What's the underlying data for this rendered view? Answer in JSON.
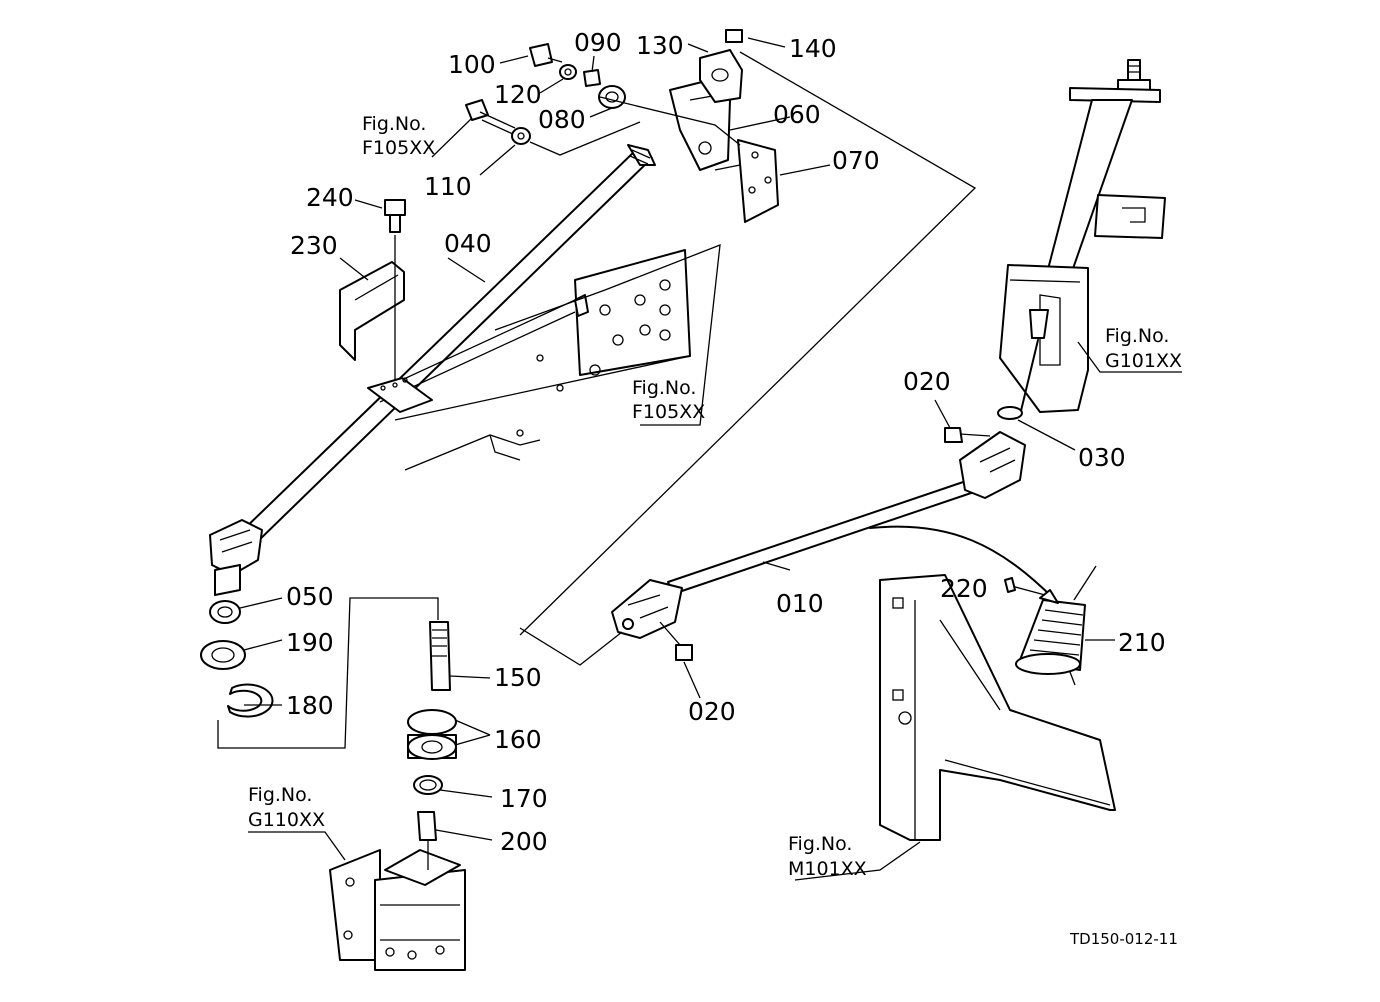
{
  "part_numbers": {
    "p010": "010",
    "p020a": "020",
    "p020b": "020",
    "p030": "030",
    "p040": "040",
    "p050": "050",
    "p060": "060",
    "p070": "070",
    "p080": "080",
    "p090": "090",
    "p100": "100",
    "p110": "110",
    "p120": "120",
    "p130": "130",
    "p140": "140",
    "p150": "150",
    "p160": "160",
    "p170": "170",
    "p180": "180",
    "p190": "190",
    "p200": "200",
    "p210": "210",
    "p220": "220",
    "p230": "230",
    "p240": "240"
  },
  "figure_refs": {
    "f105_top": {
      "label": "Fig.No.",
      "code": "F105XX"
    },
    "f105_frame": {
      "label": "Fig.No.",
      "code": "F105XX"
    },
    "g101": {
      "label": "Fig.No.",
      "code": "G101XX"
    },
    "g110": {
      "label": "Fig.No.",
      "code": "G110XX"
    },
    "m101": {
      "label": "Fig.No.",
      "code": "M101XX"
    }
  },
  "drawing_code": "TD150-012-11"
}
